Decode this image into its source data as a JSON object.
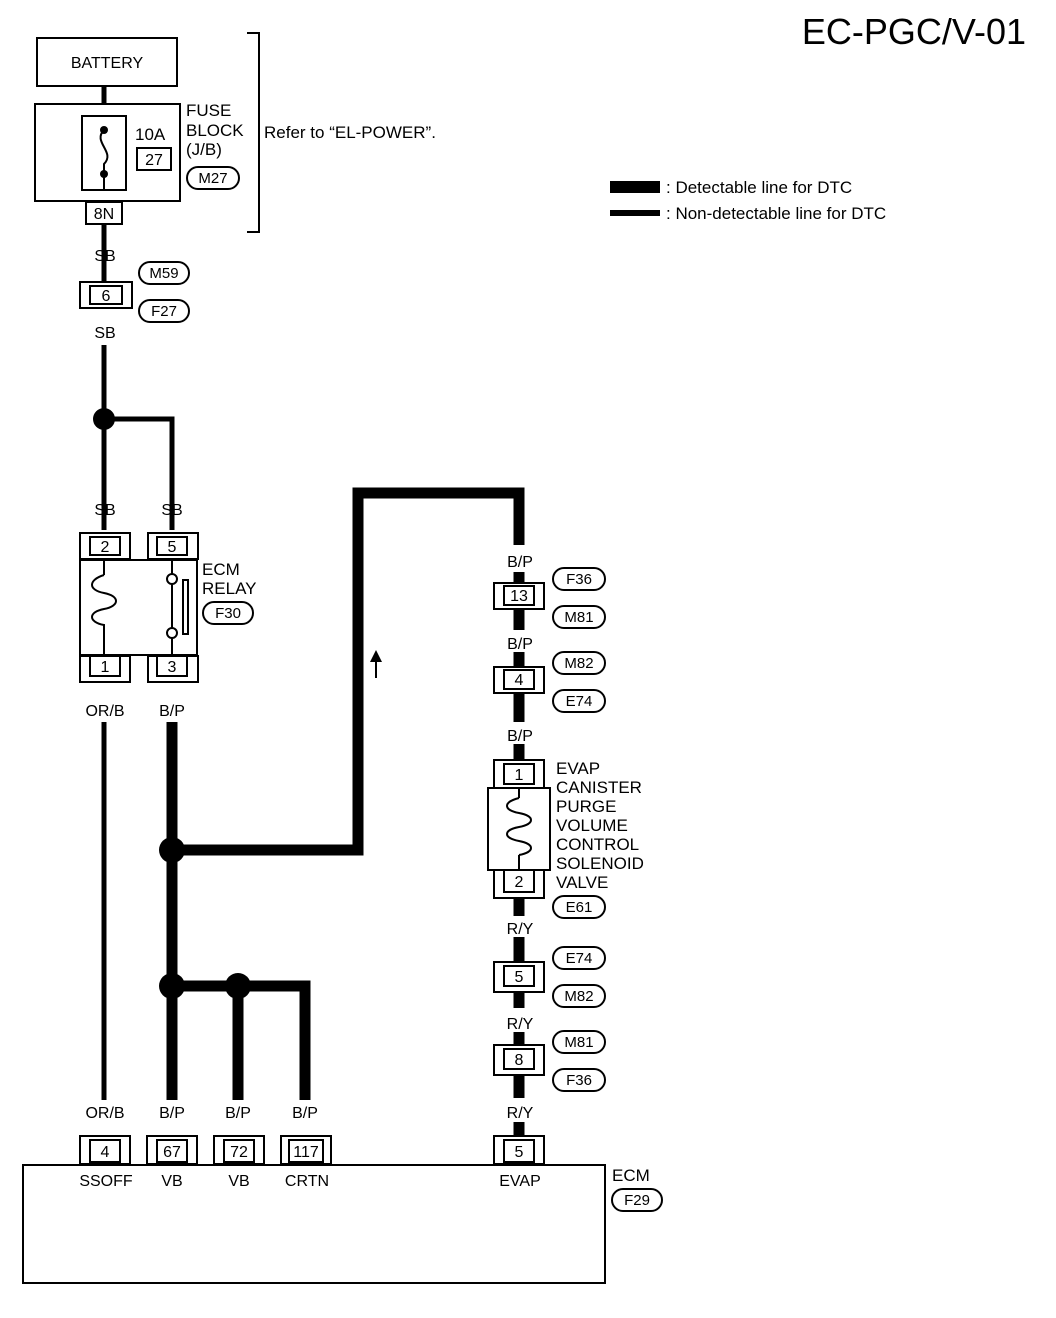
{
  "title": "EC-PGC/V-01",
  "legend": {
    "detectable": ": Detectable line for DTC",
    "non_detectable": ": Non-detectable line for DTC"
  },
  "battery": "BATTERY",
  "fuse": {
    "amp": "10A",
    "number": "27",
    "block_line1": "FUSE",
    "block_line2": "BLOCK",
    "block_line3": "(J/B)",
    "connector": "M27",
    "terminal": "8N",
    "refer": "Refer to “EL-POWER”."
  },
  "wire_colors": {
    "sb": "SB",
    "orb": "OR/B",
    "bp": "B/P",
    "ry": "R/Y"
  },
  "connectors": {
    "m59": "M59",
    "f27": "F27",
    "f30": "F30",
    "f36": "F36",
    "m81": "M81",
    "m82": "M82",
    "e74": "E74",
    "e61": "E61",
    "f29": "F29"
  },
  "pins": {
    "p6": "6",
    "p2": "2",
    "p5": "5",
    "p1": "1",
    "p3": "3",
    "p13": "13",
    "p4": "4",
    "v1": "1",
    "v2": "2",
    "p5b": "5",
    "p8": "8",
    "e4": "4",
    "e67": "67",
    "e72": "72",
    "e117": "117",
    "e5": "5"
  },
  "ecm_relay": {
    "line1": "ECM",
    "line2": "RELAY"
  },
  "valve": [
    "EVAP",
    "CANISTER",
    "PURGE",
    "VOLUME",
    "CONTROL",
    "SOLENOID",
    "VALVE"
  ],
  "ecm": {
    "label": "ECM",
    "terminals": [
      "SSOFF",
      "VB",
      "VB",
      "CRTN",
      "EVAP"
    ]
  }
}
